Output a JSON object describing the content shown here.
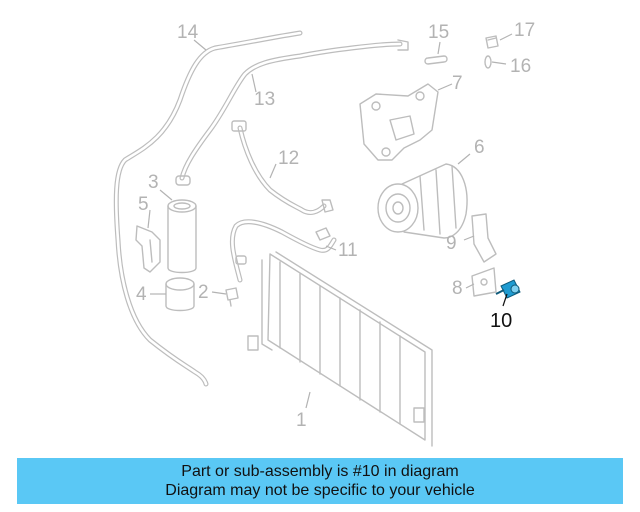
{
  "diagram": {
    "callouts": [
      "1",
      "2",
      "3",
      "4",
      "5",
      "6",
      "7",
      "8",
      "9",
      "11",
      "13",
      "14",
      "15",
      "16",
      "17",
      "12"
    ],
    "highlight_label": "10",
    "highlight_color": "#1f9bd1",
    "part_color": "#bdbdbd"
  },
  "banner": {
    "line1": "Part or sub-assembly is #10 in diagram",
    "line2": "Diagram may not be specific to your vehicle",
    "background": "#5ac8f5"
  }
}
